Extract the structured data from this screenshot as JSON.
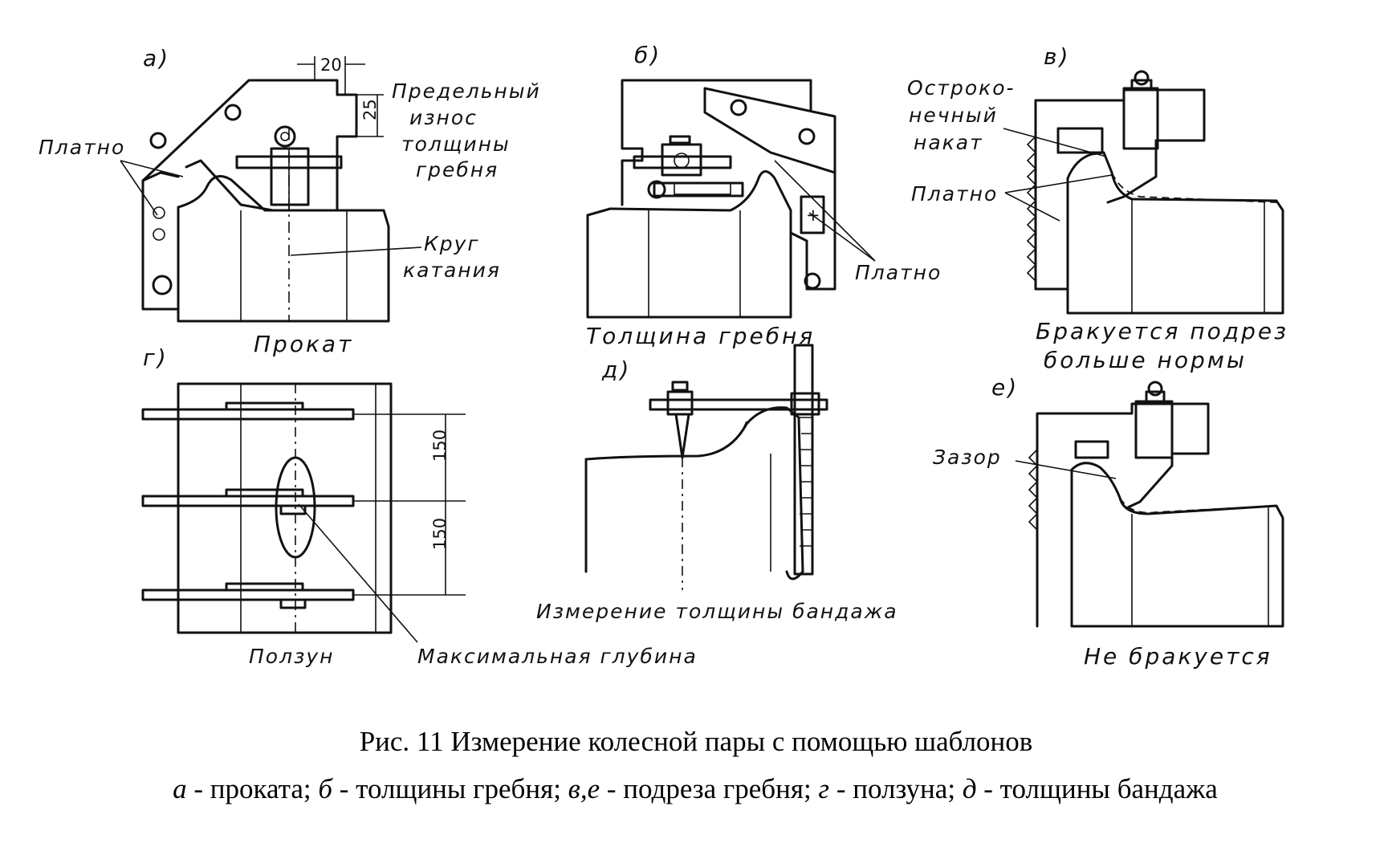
{
  "panels": {
    "a": {
      "letter": "а)",
      "caption": "Прокат",
      "label_platno": "Платно",
      "label_wear_1": "Предельный",
      "label_wear_2": "износ",
      "label_wear_3": "толщины",
      "label_wear_4": "гребня",
      "label_circle_1": "Круг",
      "label_circle_2": "катания",
      "dim_top": "20",
      "dim_side": "25"
    },
    "b": {
      "letter": "б)",
      "caption": "Толщина гребня",
      "label_platno": "Платно"
    },
    "v": {
      "letter": "в)",
      "label_1": "Остроко-",
      "label_2": "нечный",
      "label_3": "накат",
      "label_platno": "Платно",
      "caption_1": "Бракуется подрез",
      "caption_2": "больше нормы"
    },
    "g": {
      "letter": "г)",
      "caption": "Ползун",
      "dim_1": "150",
      "dim_2": "150",
      "label_depth": "Максимальная глубина"
    },
    "d": {
      "letter": "д)",
      "caption": "Измерение толщины бандажа"
    },
    "e": {
      "letter": "е)",
      "label_gap": "Зазор",
      "caption": "Не бракуется"
    }
  },
  "figure_caption": {
    "title": "Рис. 11 Измерение колесной пары с помощью шаблонов",
    "legend": [
      {
        "key": "а",
        "text": " - проката; "
      },
      {
        "key": "б",
        "text": " - толщины гребня; "
      },
      {
        "key": "в,е",
        "text": " - подреза гребня; "
      },
      {
        "key": "г",
        "text": " - ползуна; "
      },
      {
        "key": "д",
        "text": " - толщины бандажа"
      }
    ]
  }
}
